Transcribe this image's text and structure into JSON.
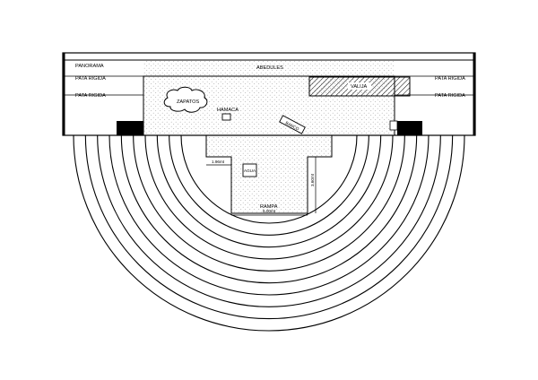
{
  "plan": {
    "labels": {
      "panorama": "PANORAMA",
      "abedules": "ABEDULES",
      "pata_rigida_left_1": "PATA RIGIDA",
      "pata_rigida_left_2": "PATA RIGIDA",
      "pata_rigida_right_1": "PATA RIGIDA",
      "pata_rigida_right_2": "PATA RIGIDA",
      "zapatos": "ZAPATOS",
      "hamaca": "HAMACA",
      "banco": "BANCO",
      "valija": "VALIJA",
      "agua": "AGUA",
      "rampa": "RAMPA",
      "rampa_width": "6.00mt",
      "width_dim": "1.96mt",
      "height_dim": "3.60mt"
    },
    "stair_ring_count": 10,
    "colors": {
      "line": "#000000",
      "floor_dots": "#9a9a9a",
      "background": "#ffffff"
    }
  }
}
